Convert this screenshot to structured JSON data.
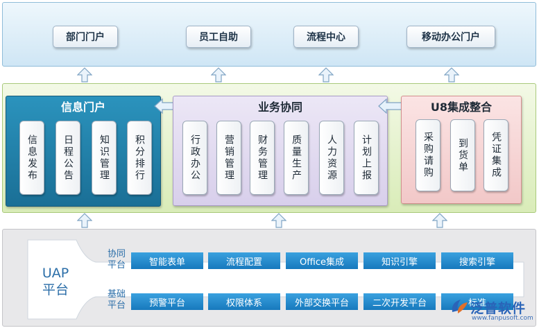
{
  "portals": [
    "部门门户",
    "员工自助",
    "流程中心",
    "移动办公门户"
  ],
  "panels": {
    "info": {
      "title": "信息门户",
      "items": [
        "信息发布",
        "日程公告",
        "知识管理",
        "积分排行"
      ]
    },
    "business": {
      "title": "业务协同",
      "items": [
        "行政办公",
        "营销管理",
        "财务管理",
        "质量生产",
        "人力资源",
        "计划上报"
      ]
    },
    "u8": {
      "title": "U8集成整合",
      "items": [
        "采购请购",
        "到货单",
        "凭证集成"
      ]
    }
  },
  "platform": {
    "uap_line1": "UAP",
    "uap_line2": "平台",
    "collab_label_1": "协同",
    "collab_label_2": "平台",
    "collab_modules": [
      "智能表单",
      "流程配置",
      "Office集成",
      "知识引擎",
      "搜索引擎"
    ],
    "base_label_1": "基础",
    "base_label_2": "平台",
    "base_modules": [
      "预警平台",
      "权限体系",
      "外部交换平台",
      "二次开发平台",
      "标准"
    ]
  },
  "watermark": {
    "brand": "泛普软件",
    "url": "www.fanpusoft.com"
  },
  "colors": {
    "info_panel": "#1d7fa8",
    "business_panel": "#e3dcf0",
    "u8_panel": "#f6d6d6",
    "module_blue": "#2a8fd4",
    "label_blue": "#2b6ea8"
  }
}
